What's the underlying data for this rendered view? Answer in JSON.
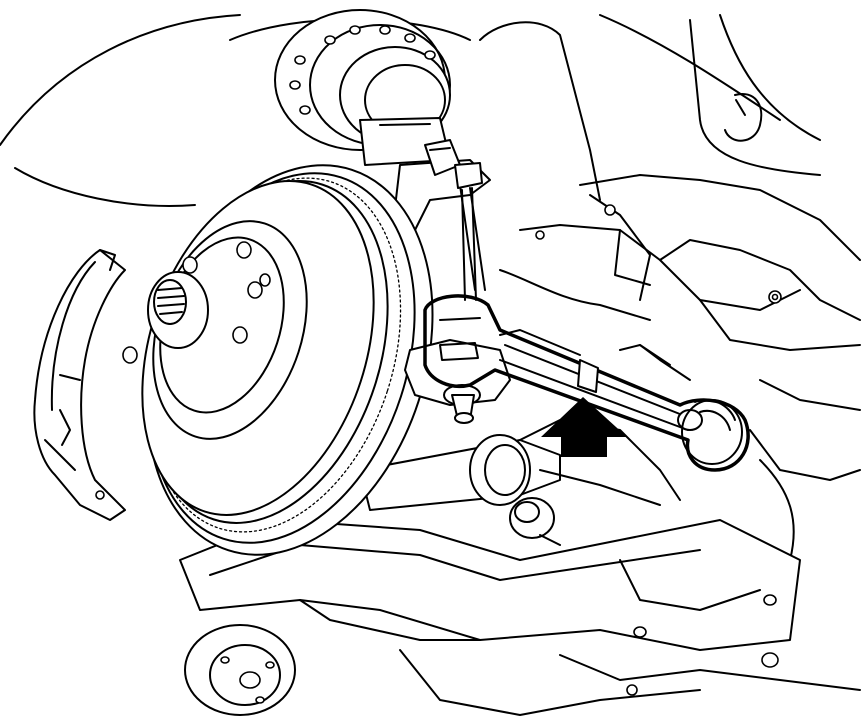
{
  "diagram": {
    "subject": "front-suspension-brake-rotor-assembly",
    "style": "black-line-art",
    "colors": {
      "line": "#000000",
      "background": "#ffffff"
    },
    "callouts": [
      {
        "icon": "arrow-up-icon",
        "points_to": "highlighted-tie-rod"
      }
    ]
  }
}
